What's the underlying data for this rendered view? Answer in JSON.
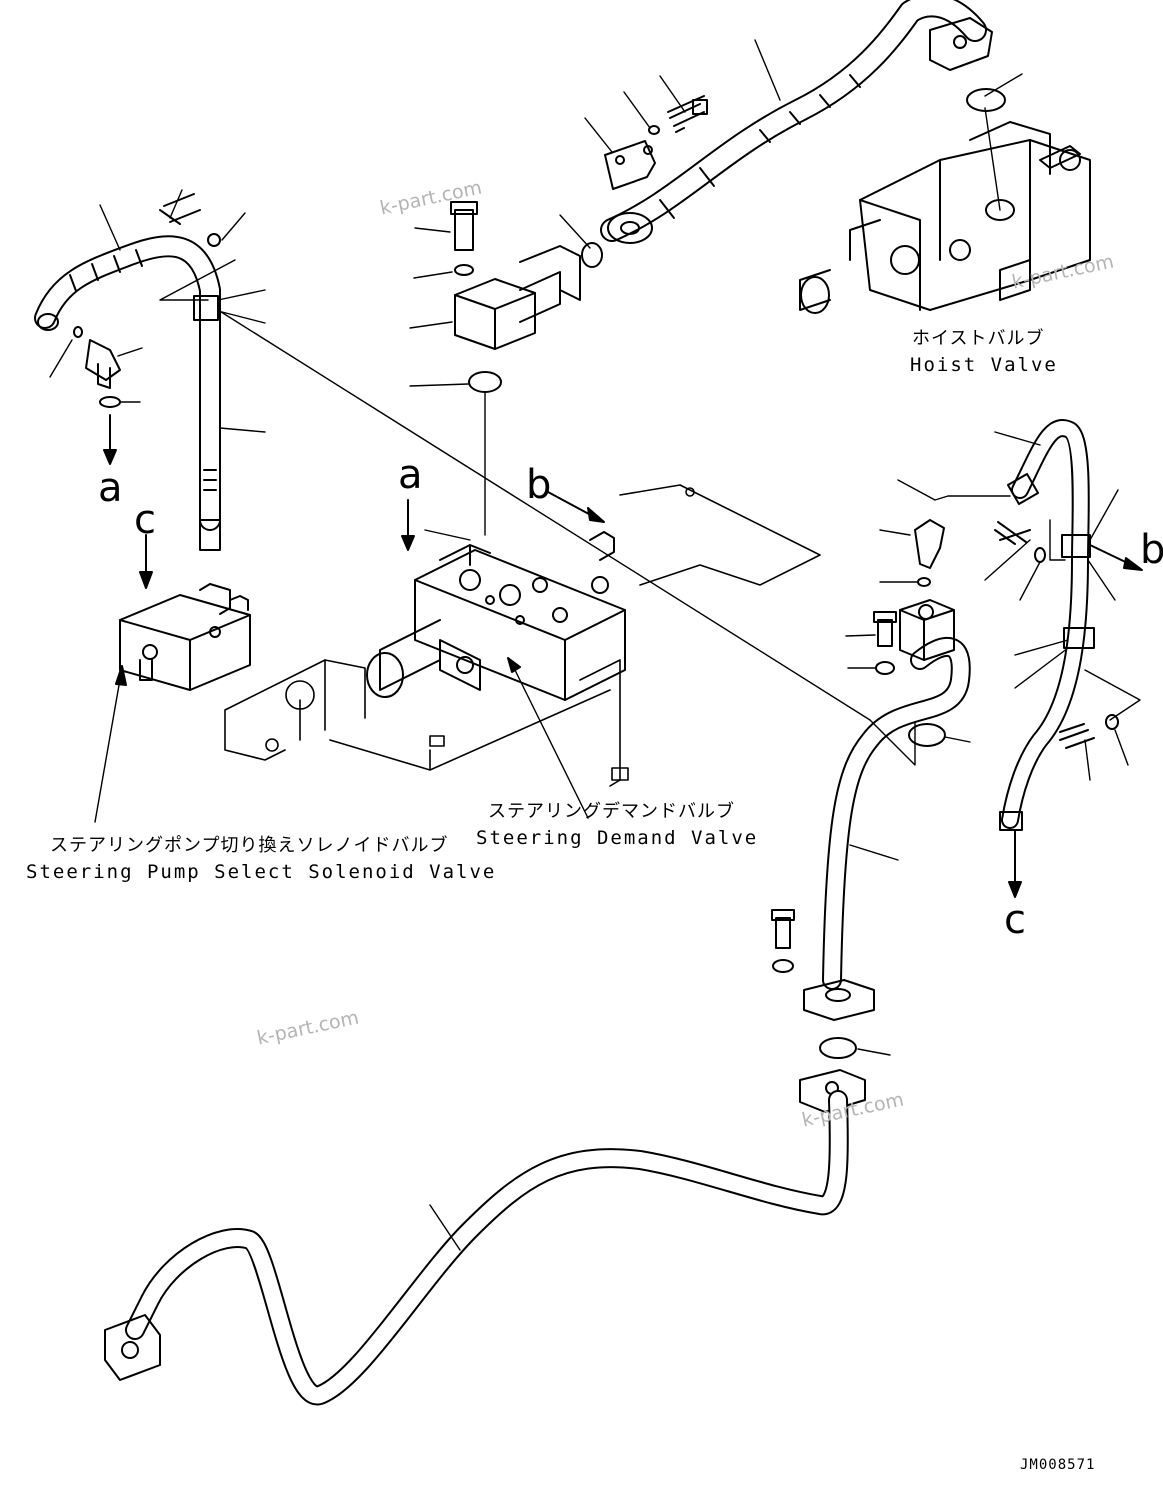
{
  "components": {
    "hoist_valve": {
      "ja": "ホイストバルブ",
      "en": "Hoist Valve"
    },
    "steering_demand_valve": {
      "ja": "ステアリングデマンドバルブ",
      "en": "Steering Demand Valve"
    },
    "steering_pump_select_solenoid_valve": {
      "ja": "ステアリングポンプ切り換えソレノイドバルブ",
      "en": "Steering Pump Select Solenoid Valve"
    }
  },
  "connection_refs": {
    "a_left": "a",
    "a_center": "a",
    "b_center": "b",
    "b_right": "b",
    "c_left": "c",
    "c_right": "c"
  },
  "watermarks": [
    "k-part.com",
    "k-part.com",
    "k-part.com",
    "k-part.com"
  ],
  "drawing_code": "JM008571"
}
